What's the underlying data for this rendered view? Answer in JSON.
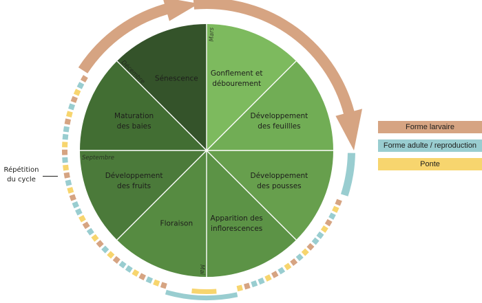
{
  "colors": {
    "larva": "#d6a482",
    "adult": "#99cdd0",
    "egg": "#f7d56e",
    "divider": "#ffffff"
  },
  "segments": [
    {
      "label_lines": [
        "Gonflement et",
        "débourement"
      ],
      "color": "#7dba5e"
    },
    {
      "label_lines": [
        "Développement",
        "des feuillles"
      ],
      "color": "#71ad55"
    },
    {
      "label_lines": [
        "Développement",
        "des pousses"
      ],
      "color": "#679f4d"
    },
    {
      "label_lines": [
        "Apparition des",
        "inflorescences"
      ],
      "color": "#5c9346"
    },
    {
      "label_lines": [
        "Floraison"
      ],
      "color": "#568b41"
    },
    {
      "label_lines": [
        "Développement",
        "des fruits"
      ],
      "color": "#4b7a3a"
    },
    {
      "label_lines": [
        "Maturation",
        "des baies"
      ],
      "color": "#426e33"
    },
    {
      "label_lines": [
        "Sénescence"
      ],
      "color": "#34532a"
    }
  ],
  "months": {
    "march": "Mars",
    "may": "Mai",
    "september": "Septembre",
    "december": "Décembre"
  },
  "legend": [
    {
      "label": "Forme larvaire",
      "color": "#d6a482"
    },
    {
      "label": "Forme adulte / reproduction",
      "color": "#99cdd0"
    },
    {
      "label": "Ponte",
      "color": "#f7d56e"
    }
  ],
  "cycle_label": {
    "line1": "Répétition",
    "line2": "du cycle"
  },
  "dash_pattern": [
    "larva",
    "egg",
    "adult",
    "larva",
    "egg",
    "adult",
    "adult",
    "larva",
    "egg",
    "adult",
    "larva",
    "egg",
    "adult",
    "larva",
    "egg",
    "adult",
    "adult",
    "larva",
    "egg",
    "adult"
  ]
}
